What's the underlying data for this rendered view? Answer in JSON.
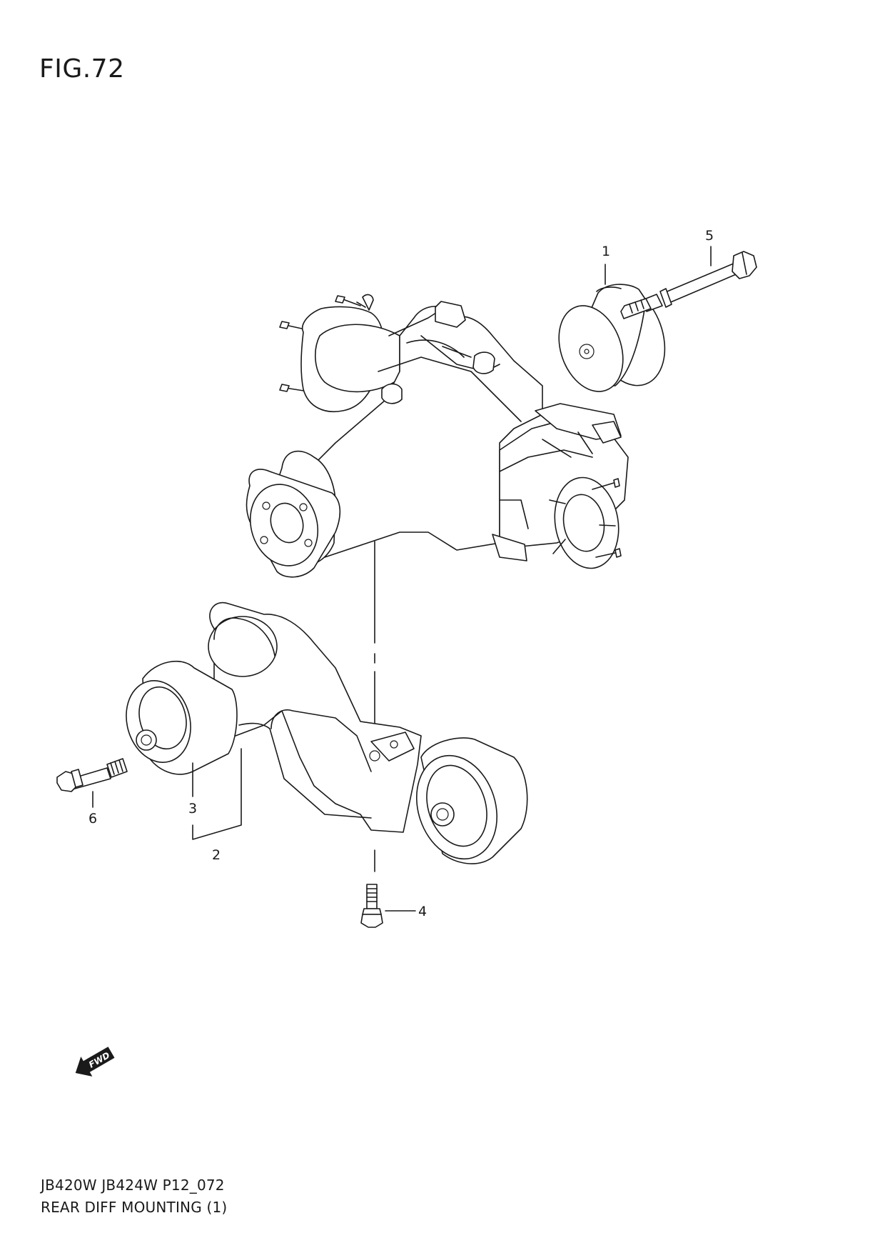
{
  "figure": {
    "title": "FIG.72",
    "model_line": "JB420W JB424W P12_072",
    "caption": "REAR DIFF MOUNTING (1)"
  },
  "callouts": [
    {
      "id": "part-1",
      "label": "1"
    },
    {
      "id": "part-2",
      "label": "2"
    },
    {
      "id": "part-3",
      "label": "3"
    },
    {
      "id": "part-4",
      "label": "4"
    },
    {
      "id": "part-5",
      "label": "5"
    },
    {
      "id": "part-6",
      "label": "6"
    }
  ],
  "direction_indicator": {
    "label": "FWD",
    "icon": "fwd-arrow-icon"
  }
}
